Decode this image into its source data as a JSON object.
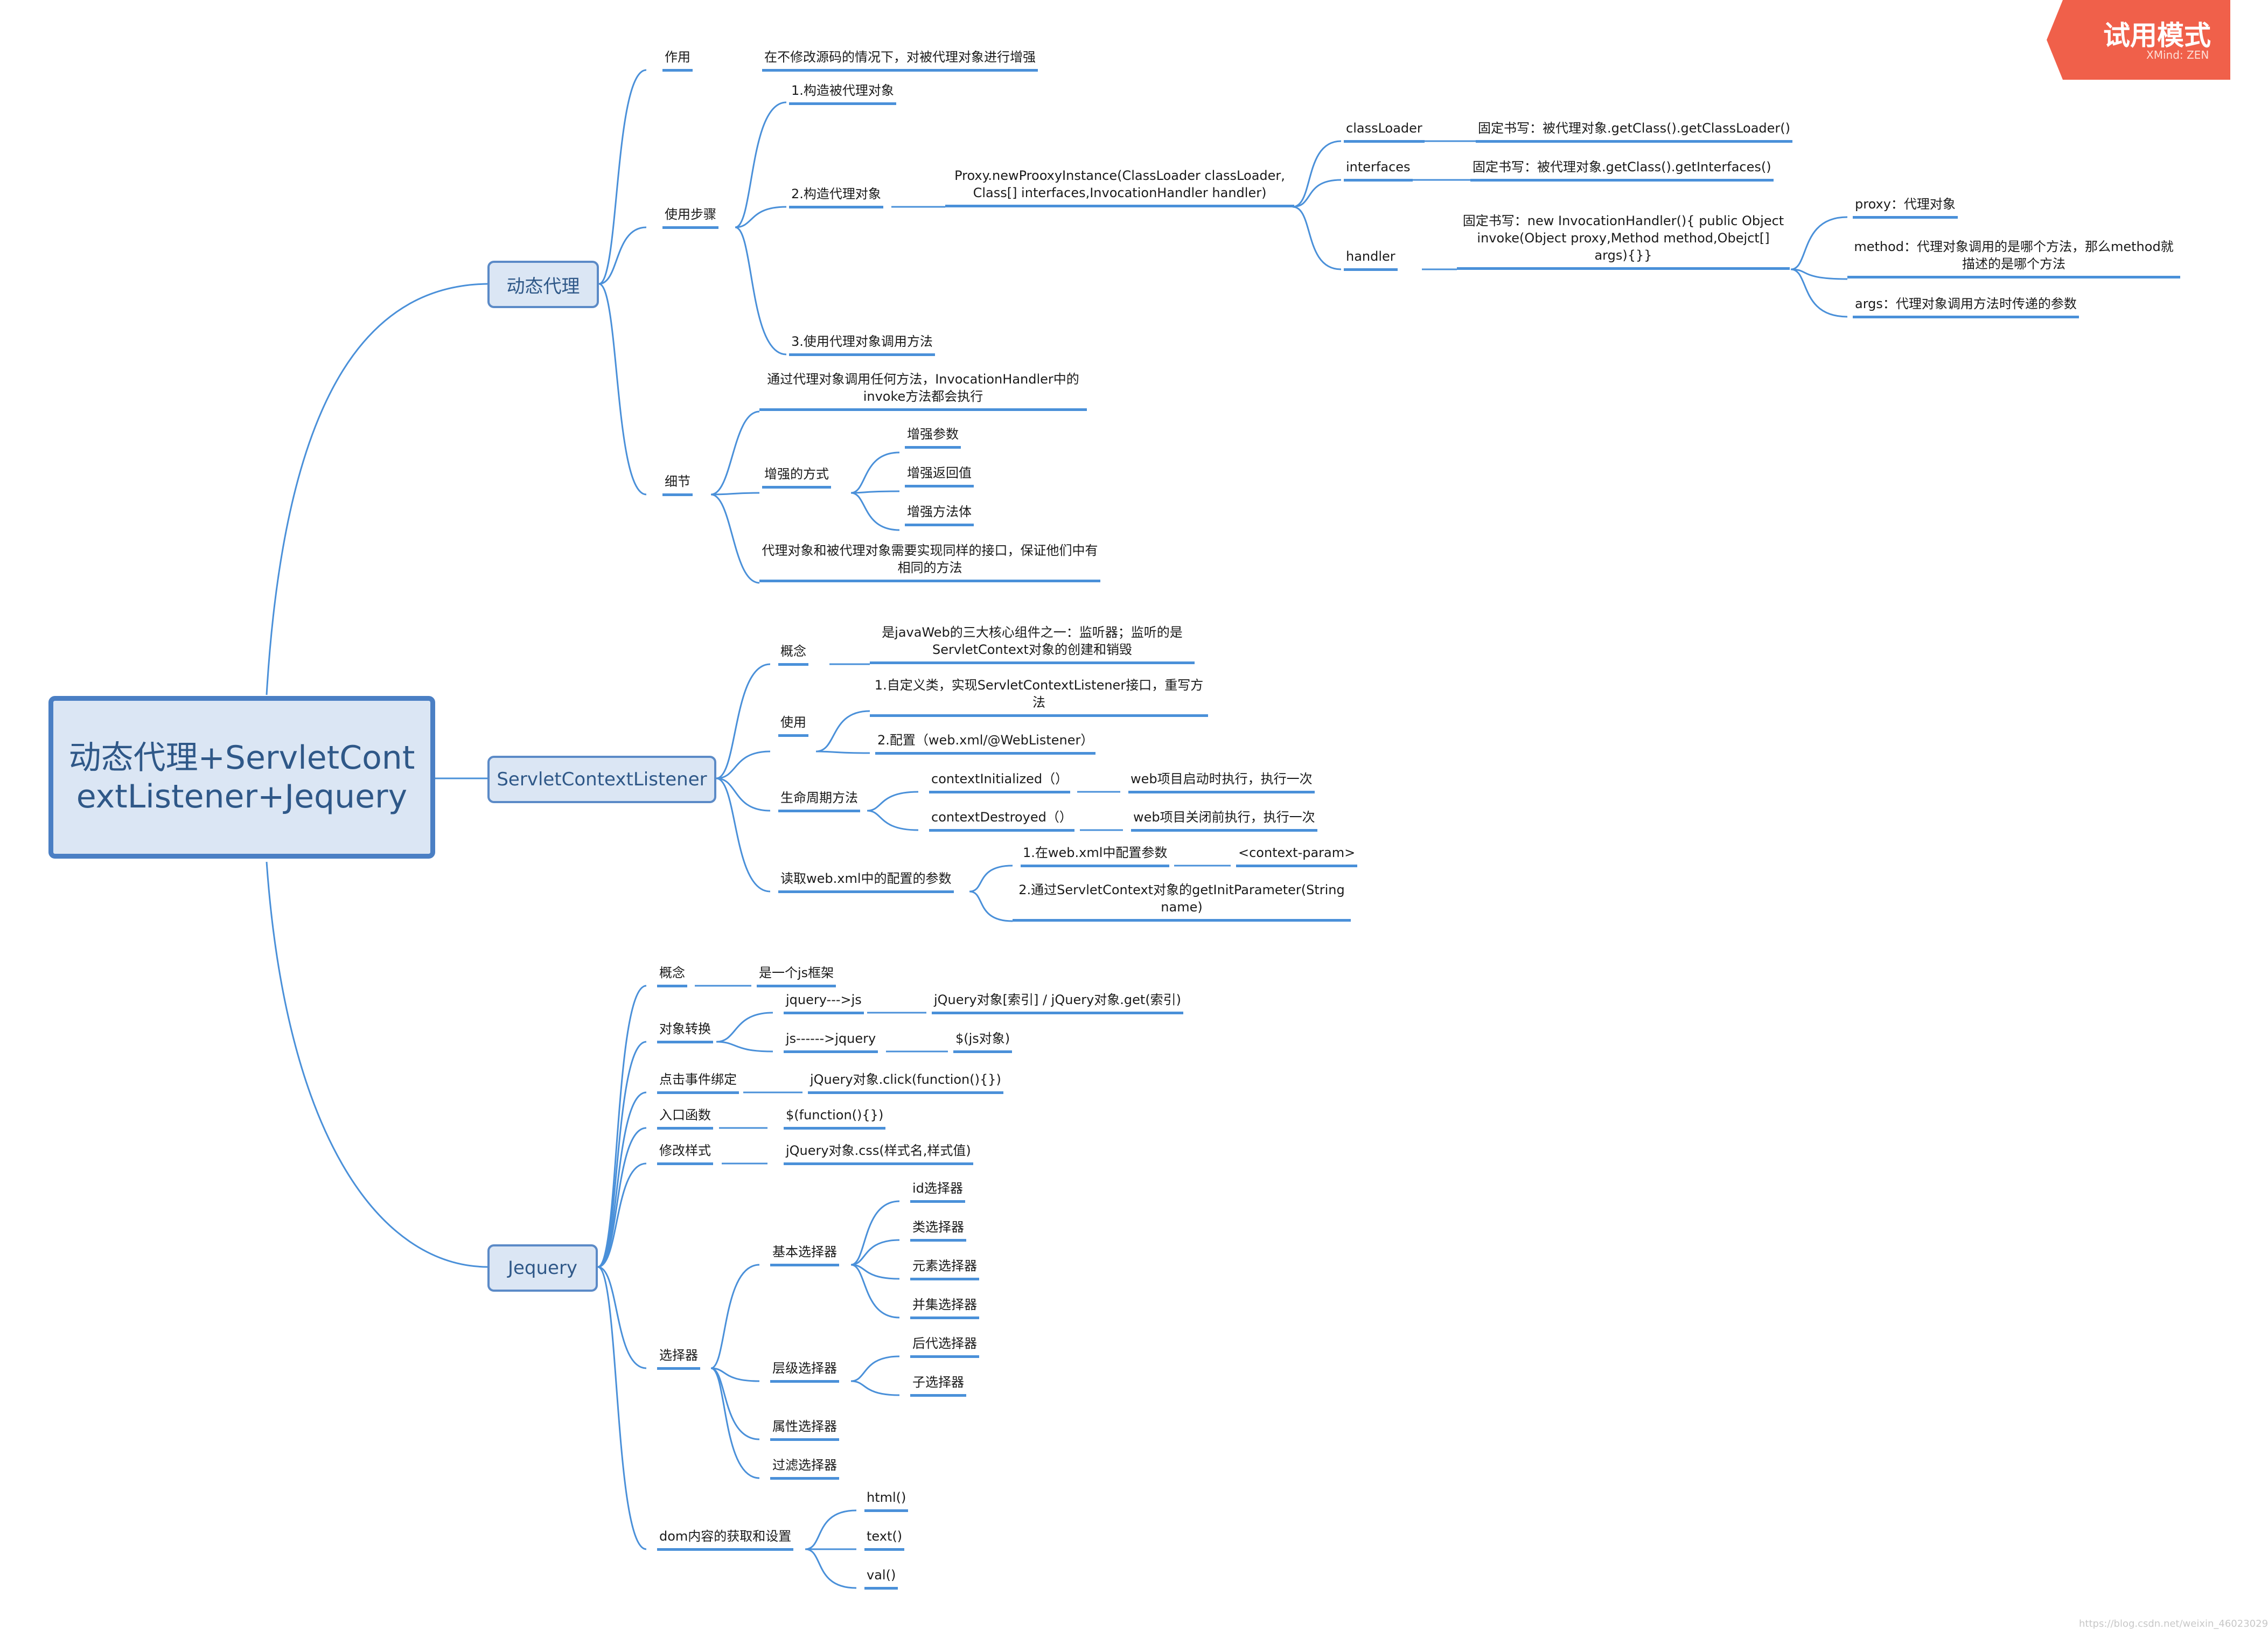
{
  "badge": {
    "title": "试用模式",
    "sub": "XMind: ZEN",
    "color": "#f0604a"
  },
  "watermark": "https://blog.csdn.net/weixin_46023029",
  "root": {
    "label": "动态代理+ServletContextListener+Jequery"
  },
  "proxy": {
    "label": "动态代理",
    "role": {
      "label": "作用",
      "desc": "在不修改源码的情况下，对被代理对象进行增强"
    },
    "steps": {
      "label": "使用步骤",
      "s1": "1.构造被代理对象",
      "s2": "2.构造代理对象",
      "s2call": "Proxy.newProoxyInstance(ClassLoader classLoader, Class[] interfaces,InvocationHandler handler)",
      "classloader": {
        "label": "classLoader",
        "value": "固定书写：被代理对象.getClass().getClassLoader()"
      },
      "interfaces": {
        "label": "interfaces",
        "value": "固定书写：被代理对象.getClass().getInterfaces()"
      },
      "handler": {
        "label": "handler",
        "value": "固定书写：new InvocationHandler(){ public Object invoke(Object proxy,Method method,Obejct[] args){}}"
      },
      "proxyarg": "proxy：代理对象",
      "methodarg": "method：代理对象调用的是哪个方法，那么method就描述的是哪个方法",
      "argsarg": "args：代理对象调用方法时传递的参数",
      "s3": "3.使用代理对象调用方法"
    },
    "detail": {
      "label": "细节",
      "d1": "通过代理对象调用任何方法，InvocationHandler中的invoke方法都会执行",
      "ways": "增强的方式",
      "w1": "增强参数",
      "w2": "增强返回值",
      "w3": "增强方法体",
      "d3": "代理对象和被代理对象需要实现同样的接口，保证他们中有相同的方法"
    }
  },
  "listener": {
    "label": "ServletContextListener",
    "concept": {
      "label": "概念",
      "desc": "是javaWeb的三大核心组件之一：监听器；监听的是ServletContext对象的创建和销毁"
    },
    "use": {
      "label": "使用",
      "u1": "1.自定义类，实现ServletContextListener接口，重写方法",
      "u2": "2.配置（web.xml/@WebListener）"
    },
    "life": {
      "label": "生命周期方法",
      "init": "contextInitialized（）",
      "initdesc": "web项目启动时执行，执行一次",
      "destroy": "contextDestroyed（）",
      "destroydesc": "web项目关闭前执行，执行一次"
    },
    "read": {
      "label": "读取web.xml中的配置的参数",
      "r1": "1.在web.xml中配置参数",
      "r1v": "<context-param>",
      "r2": "2.通过ServletContext对象的getInitParameter(String name)"
    }
  },
  "jquery": {
    "label": "Jequery",
    "concept": {
      "label": "概念",
      "desc": "是一个js框架"
    },
    "convert": {
      "label": "对象转换",
      "a": "jquery--->js",
      "av": "jQuery对象[索引] / jQuery对象.get(索引)",
      "b": "js------>jquery",
      "bv": "$(js对象)"
    },
    "click": {
      "label": "点击事件绑定",
      "value": "jQuery对象.click(function(){})"
    },
    "entry": {
      "label": "入口函数",
      "value": "$(function(){})"
    },
    "style": {
      "label": "修改样式",
      "value": "jQuery对象.css(样式名,样式值)"
    },
    "selector": {
      "label": "选择器",
      "basic": "基本选择器",
      "b1": "id选择器",
      "b2": "类选择器",
      "b3": "元素选择器",
      "b4": "并集选择器",
      "level": "层级选择器",
      "l1": "后代选择器",
      "l2": "子选择器",
      "attr": "属性选择器",
      "filter": "过滤选择器"
    },
    "dom": {
      "label": "dom内容的获取和设置",
      "h": "html()",
      "t": "text()",
      "v": "val()"
    }
  }
}
